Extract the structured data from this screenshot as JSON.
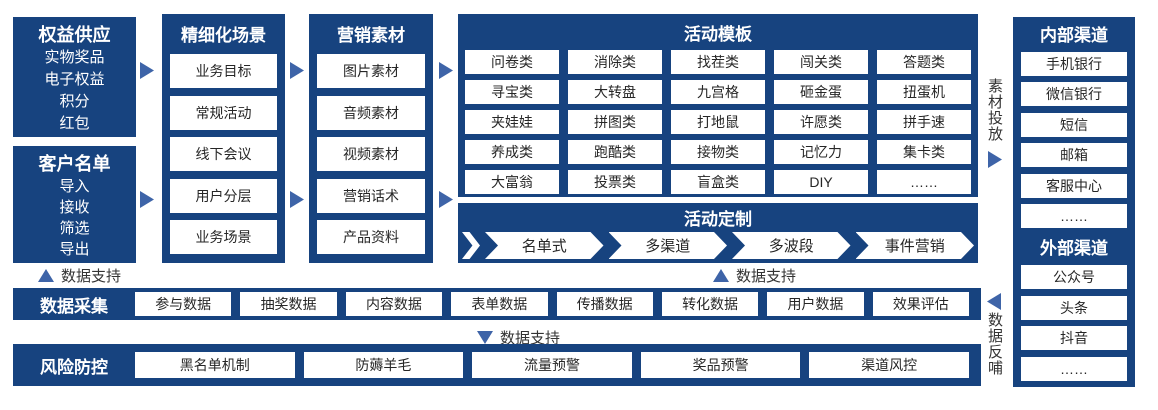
{
  "colors": {
    "navy": "#17437F",
    "arrow_blue": "#3E64A8",
    "panel_text": "#262626",
    "label_text": "#333333"
  },
  "supply": {
    "title": "权益供应",
    "items": [
      "实物奖品",
      "电子权益",
      "积分",
      "红包"
    ]
  },
  "customer_list": {
    "title": "客户名单",
    "items": [
      "导入",
      "接收",
      "筛选",
      "导出"
    ]
  },
  "scenes": {
    "title": "精细化场景",
    "items": [
      "业务目标",
      "常规活动",
      "线下会议",
      "用户分层",
      "业务场景"
    ]
  },
  "materials": {
    "title": "营销素材",
    "items": [
      "图片素材",
      "音频素材",
      "视频素材",
      "营销话术",
      "产品资料"
    ]
  },
  "templates": {
    "title": "活动模板",
    "items": [
      "问卷类",
      "消除类",
      "找茬类",
      "闯关类",
      "答题类",
      "寻宝类",
      "大转盘",
      "九宫格",
      "砸金蛋",
      "扭蛋机",
      "夹娃娃",
      "拼图类",
      "打地鼠",
      "许愿类",
      "拼手速",
      "养成类",
      "跑酷类",
      "接物类",
      "记忆力",
      "集卡类",
      "大富翁",
      "投票类",
      "盲盒类",
      "DIY",
      "……"
    ]
  },
  "customization": {
    "title": "活动定制",
    "steps": [
      "名单式",
      "多渠道",
      "多波段",
      "事件营销"
    ]
  },
  "data_collection": {
    "title": "数据采集",
    "items": [
      "参与数据",
      "抽奖数据",
      "内容数据",
      "表单数据",
      "传播数据",
      "转化数据",
      "用户数据",
      "效果评估"
    ]
  },
  "risk_control": {
    "title": "风险防控",
    "items": [
      "黑名单机制",
      "防薅羊毛",
      "流量预警",
      "奖品预警",
      "渠道风控"
    ]
  },
  "channels": {
    "internal": {
      "title": "内部渠道",
      "items": [
        "手机银行",
        "微信银行",
        "短信",
        "邮箱",
        "客服中心",
        "……"
      ]
    },
    "external": {
      "title": "外部渠道",
      "items": [
        "公众号",
        "头条",
        "抖音",
        "……"
      ]
    }
  },
  "labels": {
    "data_support": "数据支持",
    "material_delivery": "素材投放",
    "data_feedback": "数据反哺"
  }
}
